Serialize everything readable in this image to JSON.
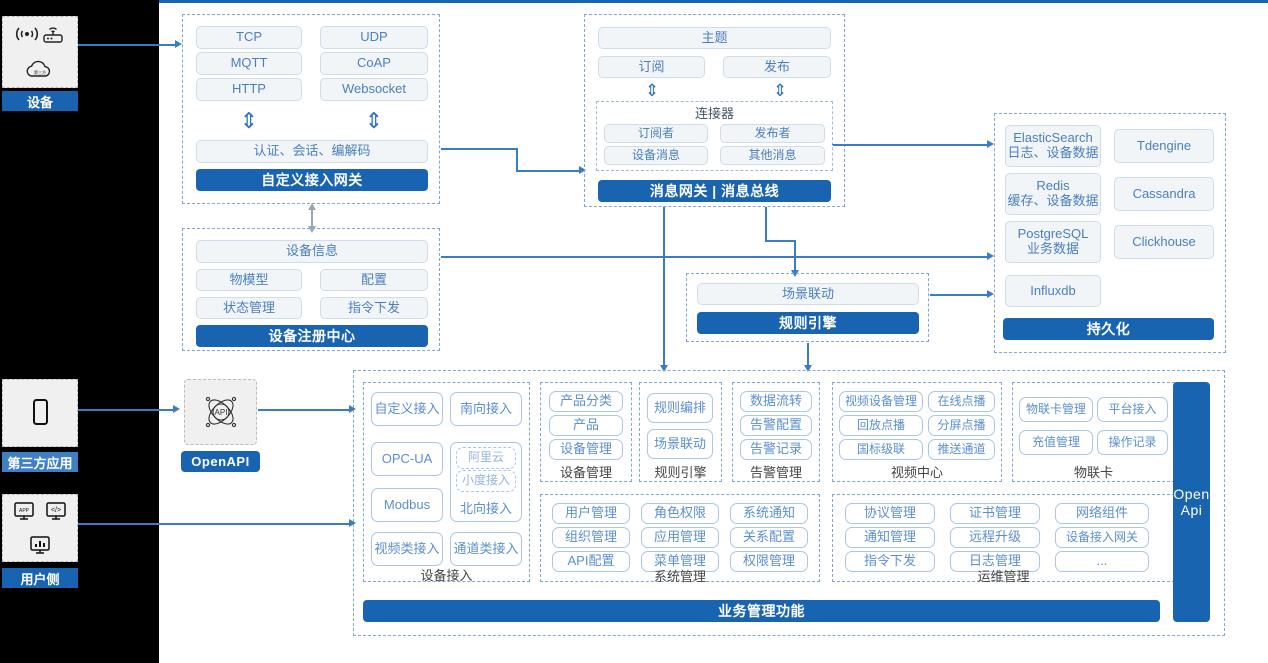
{
  "sidebar": {
    "items": [
      {
        "label": "设备",
        "icons": [
          "signal-icon",
          "router-icon",
          "cloud-icon"
        ]
      },
      {
        "label": "第三方应用",
        "icons": [
          "mobile-phone-icon"
        ]
      },
      {
        "label": "用户侧",
        "icons": [
          "app-icon",
          "code-icon",
          "chart-icon"
        ]
      }
    ]
  },
  "gateway": {
    "protocols": [
      "TCP",
      "UDP",
      "MQTT",
      "CoAP",
      "HTTP",
      "Websocket"
    ],
    "middle": "认证、会话、编解码",
    "bar": "自定义接入网关"
  },
  "message": {
    "topic": "主题",
    "subscribe": "订阅",
    "publish": "发布",
    "connector_title": "连接器",
    "connector_items": [
      "订阅者",
      "发布者",
      "设备消息",
      "其他消息"
    ],
    "bar": "消息网关 | 消息总线"
  },
  "registry": {
    "info": "设备信息",
    "items": [
      "物模型",
      "配置",
      "状态管理",
      "指令下发"
    ],
    "bar": "设备注册中心"
  },
  "rule": {
    "scene": "场景联动",
    "bar": "规则引擎"
  },
  "persistence": {
    "items": [
      {
        "name": "ElasticSearch",
        "desc": "日志、设备数据"
      },
      {
        "name": "Tdengine",
        "desc": ""
      },
      {
        "name": "Redis",
        "desc": "缓存、设备数据"
      },
      {
        "name": "Cassandra",
        "desc": ""
      },
      {
        "name": "PostgreSQL",
        "desc": "业务数据"
      },
      {
        "name": "Clickhouse",
        "desc": ""
      },
      {
        "name": "Influxdb",
        "desc": ""
      }
    ],
    "bar": "持久化"
  },
  "openapi": {
    "badge": "OpenAPI",
    "icon": "api-atom-icon",
    "side_label_line1": "Open",
    "side_label_line2": "Api"
  },
  "business": {
    "bottom_bar": "业务管理功能",
    "groups": [
      {
        "caption": "设备接入",
        "items": [
          "自定义接入",
          "南向接入",
          "OPC-UA",
          "Modbus",
          "视频类接入",
          "通道类接入"
        ],
        "north": {
          "label": "北向接入",
          "sub": [
            "阿里云",
            "小度接入"
          ]
        }
      },
      {
        "caption": "设备管理",
        "items": [
          "产品分类",
          "产品",
          "设备管理"
        ]
      },
      {
        "caption": "规则引擎",
        "items": [
          "规则编排",
          "场景联动"
        ]
      },
      {
        "caption": "告警管理",
        "items": [
          "数据流转",
          "告警配置",
          "告警记录"
        ]
      },
      {
        "caption": "视频中心",
        "items": [
          "视频设备管理",
          "在线点播",
          "回放点播",
          "分屏点播",
          "国标级联",
          "推送通道"
        ]
      },
      {
        "caption": "物联卡",
        "items": [
          "物联卡管理",
          "平台接入",
          "充值管理",
          "操作记录"
        ]
      },
      {
        "caption": "系统管理",
        "items": [
          "用户管理",
          "角色权限",
          "系统通知",
          "组织管理",
          "应用管理",
          "关系配置",
          "API配置",
          "菜单管理",
          "权限管理"
        ]
      },
      {
        "caption": "运维管理",
        "items": [
          "协议管理",
          "证书管理",
          "网络组件",
          "通知管理",
          "远程升级",
          "设备接入网关",
          "指令下发",
          "日志管理",
          "..."
        ]
      }
    ]
  },
  "colors": {
    "brand_blue": "#1964b0",
    "line_blue": "#3b7dc4",
    "pill_text": "#4a7fbf",
    "dashed_border": "#7ea6d8",
    "rail_black": "#000000"
  }
}
